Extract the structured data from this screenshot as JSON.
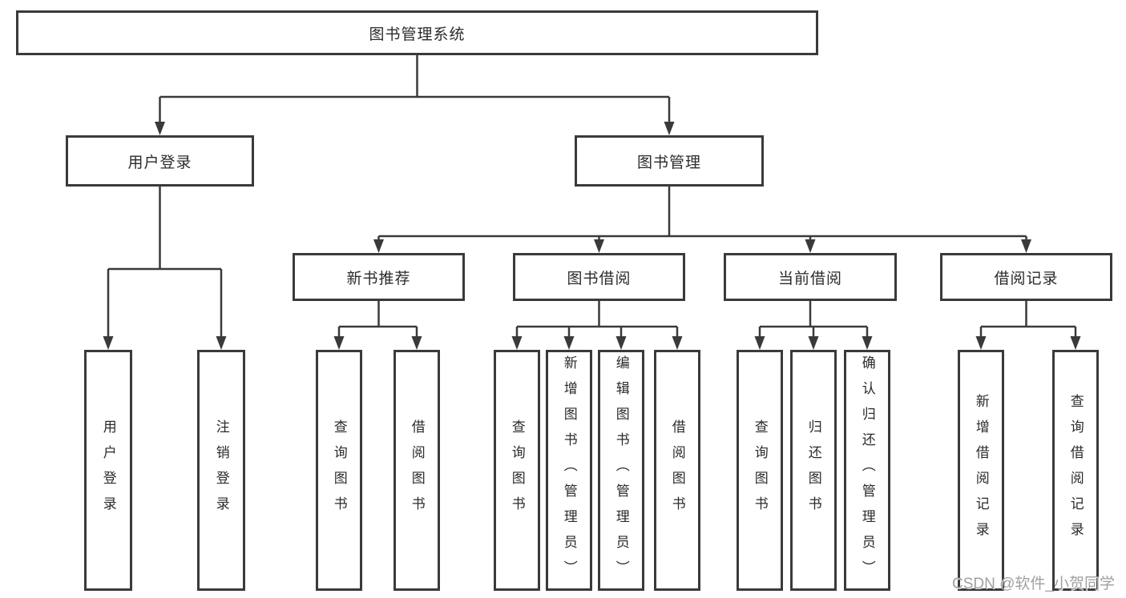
{
  "diagram": {
    "type": "hierarchy-tree",
    "root": {
      "label": "图书管理系统"
    },
    "branches": [
      {
        "label": "用户登录",
        "children": [
          {
            "label": "用户登录"
          },
          {
            "label": "注销登录"
          }
        ]
      },
      {
        "label": "图书管理",
        "sections": [
          {
            "label": "新书推荐",
            "children": [
              {
                "label": "查询图书"
              },
              {
                "label": "借阅图书"
              }
            ]
          },
          {
            "label": "图书借阅",
            "children": [
              {
                "label": "查询图书"
              },
              {
                "label": "新增图书（管理员）"
              },
              {
                "label": "编辑图书（管理员）"
              },
              {
                "label": "借阅图书"
              }
            ]
          },
          {
            "label": "当前借阅",
            "children": [
              {
                "label": "查询图书"
              },
              {
                "label": "归还图书"
              },
              {
                "label": "确认归还（管理员）"
              }
            ]
          },
          {
            "label": "借阅记录",
            "children": [
              {
                "label": "新增借阅记录"
              },
              {
                "label": "查询借阅记录"
              }
            ]
          }
        ]
      }
    ]
  },
  "watermark": {
    "text": "CSDN @软件_小贺同学"
  },
  "colors": {
    "line": "#3a3a3a",
    "box_border": "#3a3a3a",
    "box_fill": "#ffffff",
    "text": "#2b2b2b",
    "watermark": "#a0a0a0",
    "background": "#ffffff"
  }
}
